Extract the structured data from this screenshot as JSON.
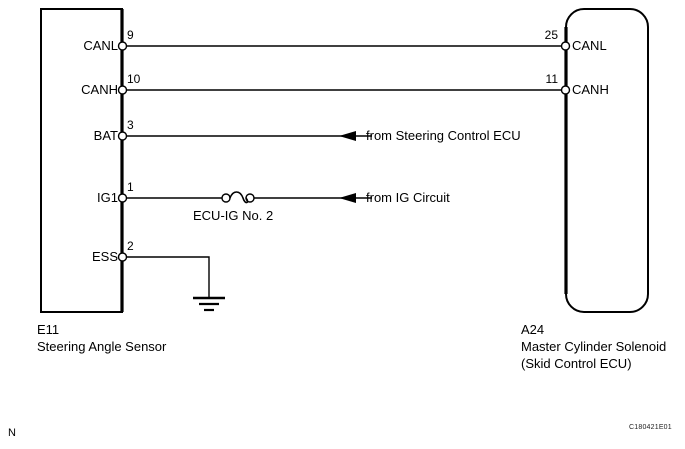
{
  "diagram": {
    "title_code": "C180421E01",
    "corner_mark": "N",
    "left_connector": {
      "id": "E11",
      "name": "Steering Angle Sensor",
      "pins": [
        {
          "label": "CANL",
          "number": "9"
        },
        {
          "label": "CANH",
          "number": "10"
        },
        {
          "label": "BAT",
          "number": "3"
        },
        {
          "label": "IG1",
          "number": "1"
        },
        {
          "label": "ESS",
          "number": "2"
        }
      ]
    },
    "right_connector": {
      "id": "A24",
      "name": "Master Cylinder Solenoid",
      "name2": "(Skid Control ECU)",
      "pins": [
        {
          "label": "CANL",
          "number": "25"
        },
        {
          "label": "CANH",
          "number": "11"
        }
      ]
    },
    "annotations": [
      {
        "text": "from Steering Control ECU"
      },
      {
        "text": "from IG Circuit"
      }
    ],
    "fuse": {
      "label": "ECU-IG No. 2"
    },
    "ground": {
      "label": ""
    }
  }
}
